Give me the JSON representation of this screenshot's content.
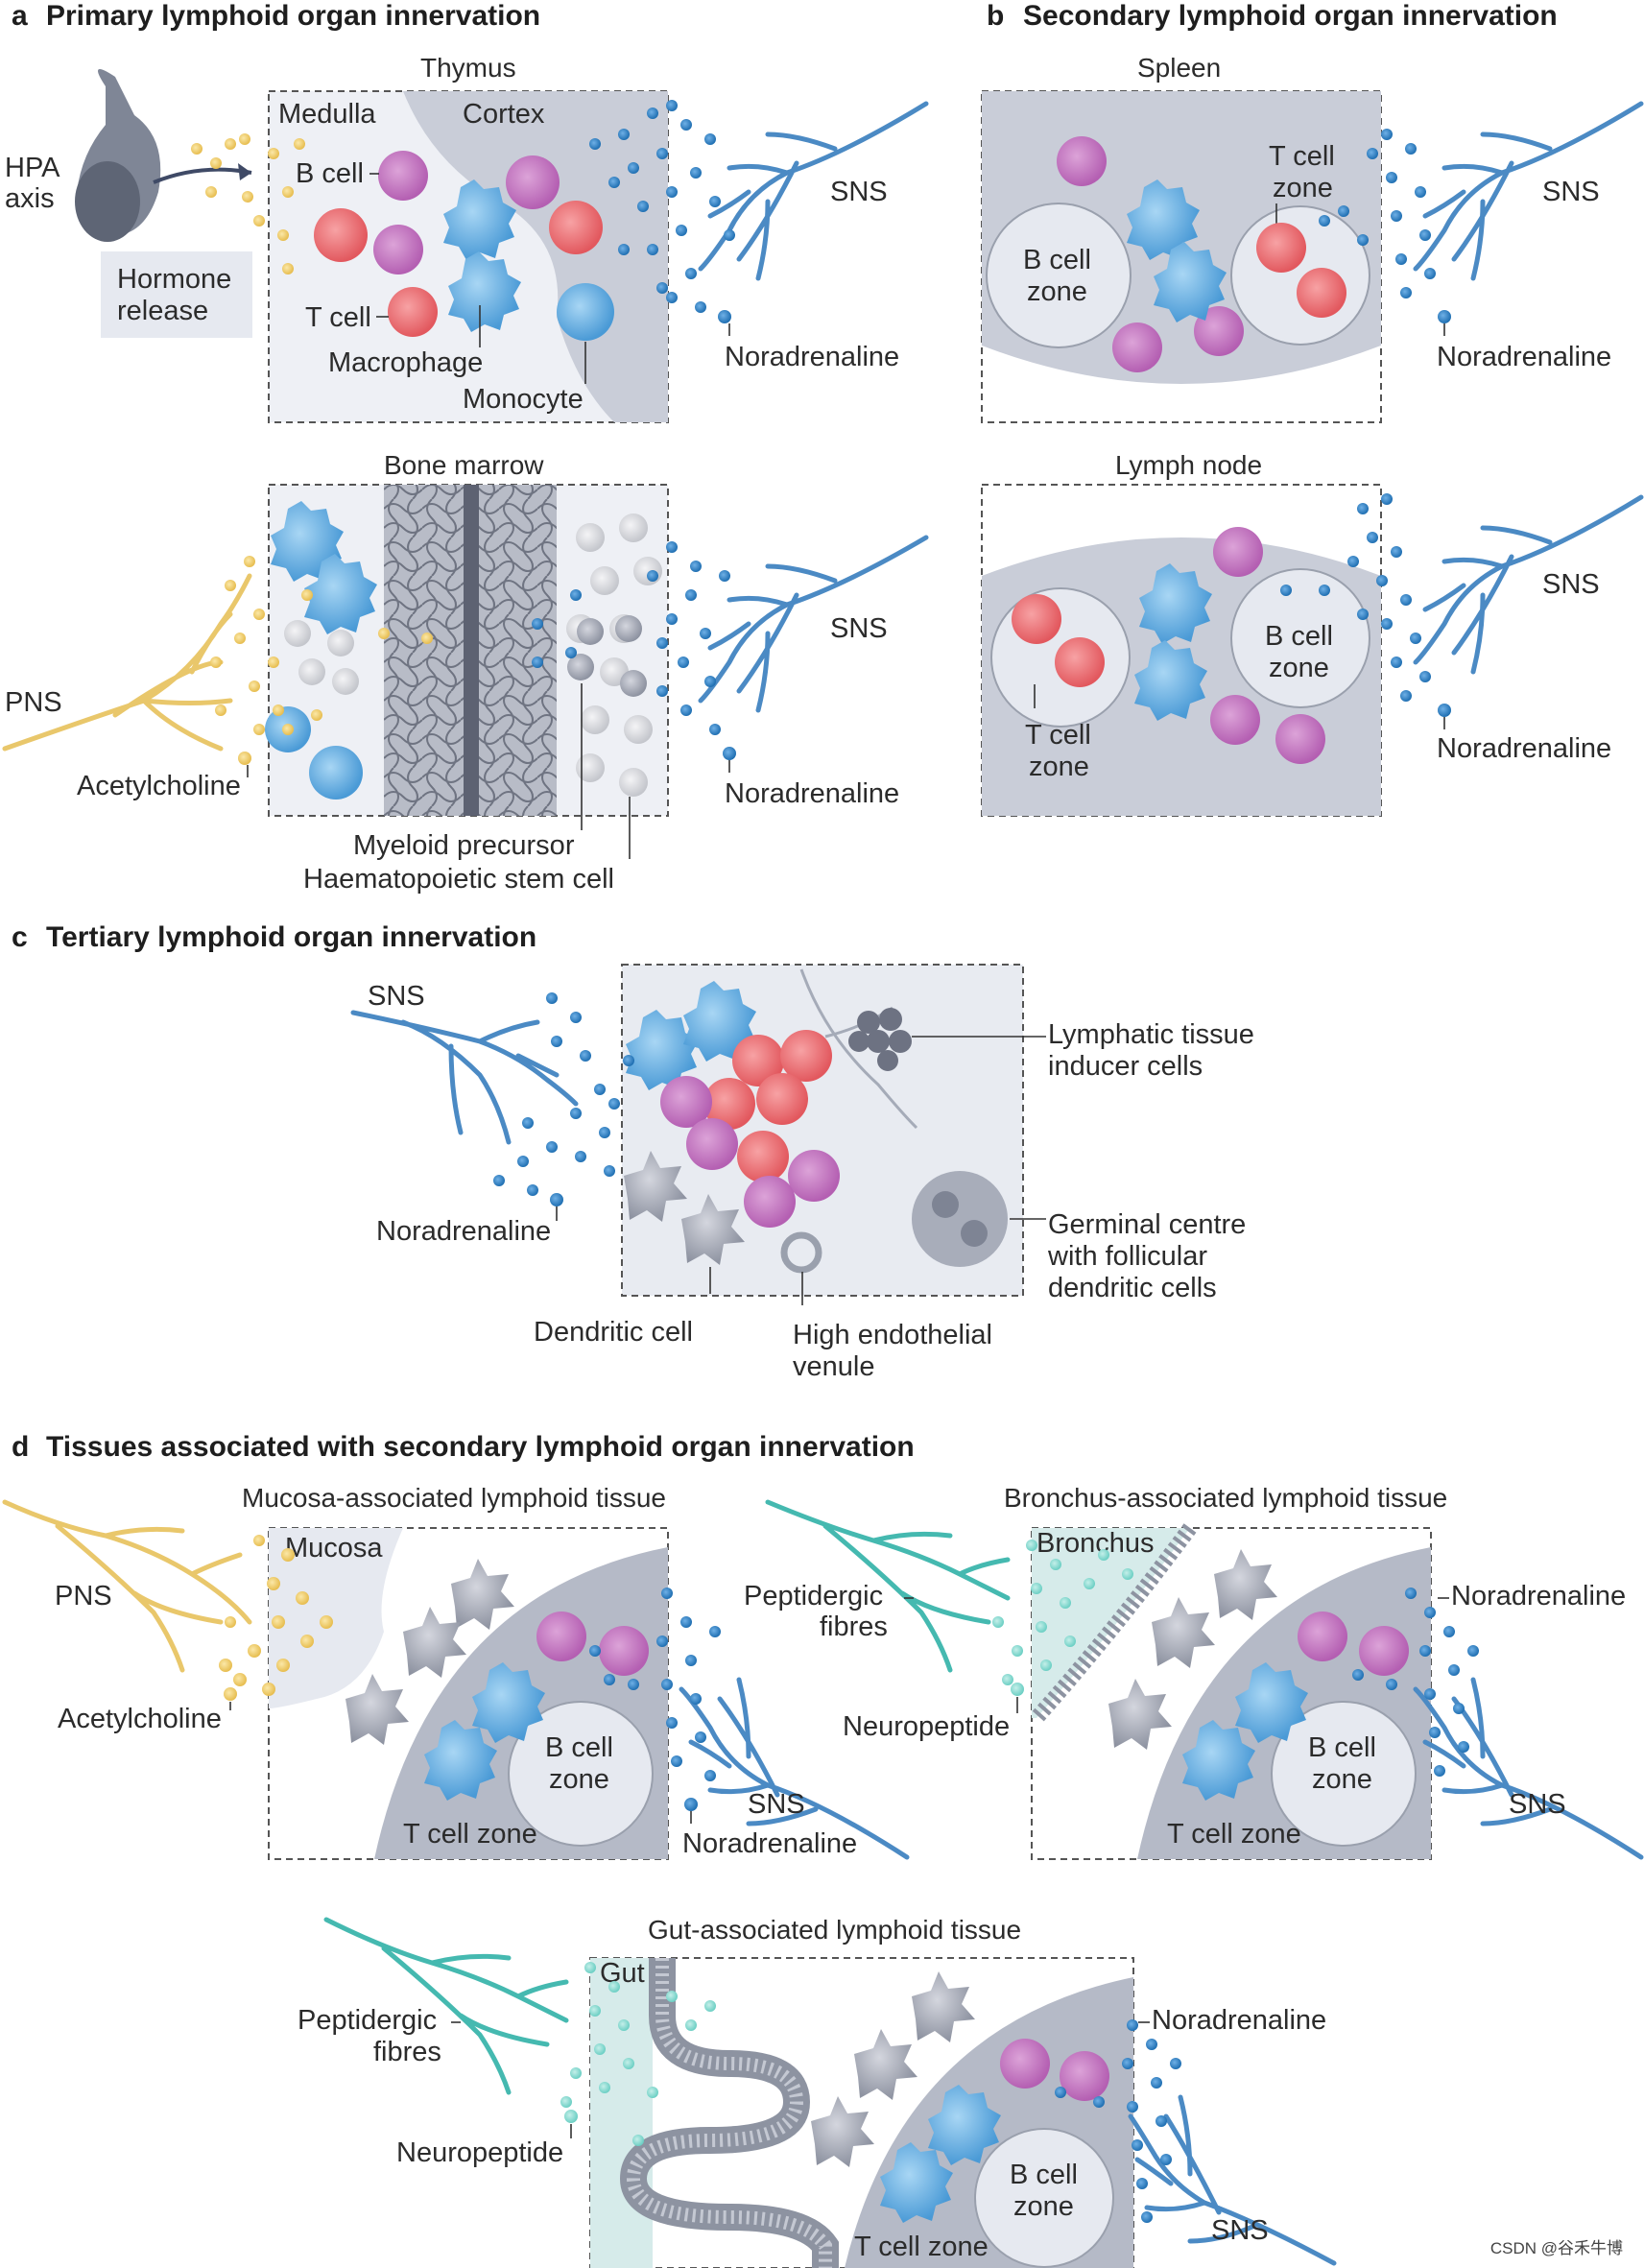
{
  "panels": {
    "a": {
      "letter": "a",
      "title": "Primary lymphoid organ innervation",
      "thymus": {
        "title": "Thymus",
        "medulla": "Medulla",
        "cortex": "Cortex",
        "hpa_line1": "HPA",
        "hpa_line2": "axis",
        "hormone_line1": "Hormone",
        "hormone_line2": "release",
        "b_cell": "B cell",
        "t_cell": "T cell",
        "macrophage": "Macrophage",
        "monocyte": "Monocyte",
        "sns": "SNS",
        "noradrenaline": "Noradrenaline"
      },
      "bone_marrow": {
        "title": "Bone marrow",
        "pns": "PNS",
        "acetylcholine": "Acetylcholine",
        "sns": "SNS",
        "noradrenaline": "Noradrenaline",
        "myeloid": "Myeloid precursor",
        "hsc": "Haematopoietic stem cell"
      }
    },
    "b": {
      "letter": "b",
      "title": "Secondary lymphoid organ innervation",
      "spleen": {
        "title": "Spleen",
        "b_zone_line1": "B cell",
        "b_zone_line2": "zone",
        "t_zone_line1": "T cell",
        "t_zone_line2": "zone",
        "sns": "SNS",
        "noradrenaline": "Noradrenaline"
      },
      "lymph_node": {
        "title": "Lymph node",
        "t_zone_line1": "T cell",
        "t_zone_line2": "zone",
        "b_zone_line1": "B cell",
        "b_zone_line2": "zone",
        "sns": "SNS",
        "noradrenaline": "Noradrenaline"
      }
    },
    "c": {
      "letter": "c",
      "title": "Tertiary lymphoid organ innervation",
      "sns": "SNS",
      "noradrenaline": "Noradrenaline",
      "ltic_line1": "Lymphatic tissue",
      "ltic_line2": "inducer cells",
      "gc_line1": "Germinal centre",
      "gc_line2": "with follicular",
      "gc_line3": "dendritic cells",
      "dendritic": "Dendritic cell",
      "hev_line1": "High endothelial",
      "hev_line2": "venule"
    },
    "d": {
      "letter": "d",
      "title": "Tissues associated with secondary lymphoid organ innervation",
      "malt": {
        "title": "Mucosa-associated lymphoid tissue",
        "mucosa": "Mucosa",
        "pns": "PNS",
        "acetylcholine": "Acetylcholine",
        "b_zone_line1": "B cell",
        "b_zone_line2": "zone",
        "t_zone": "T cell zone",
        "sns": "SNS",
        "noradrenaline": "Noradrenaline"
      },
      "balt": {
        "title": "Bronchus-associated lymphoid tissue",
        "bronchus": "Bronchus",
        "pep_line1": "Peptidergic",
        "pep_line2": "fibres",
        "neuropeptide": "Neuropeptide",
        "noradrenaline": "Noradrenaline",
        "b_zone_line1": "B cell",
        "b_zone_line2": "zone",
        "t_zone": "T cell zone",
        "sns": "SNS"
      },
      "galt": {
        "title": "Gut-associated lymphoid tissue",
        "gut": "Gut",
        "pep_line1": "Peptidergic",
        "pep_line2": "fibres",
        "neuropeptide": "Neuropeptide",
        "noradrenaline": "Noradrenaline",
        "b_zone_line1": "B cell",
        "b_zone_line2": "zone",
        "t_zone": "T cell zone",
        "sns": "SNS"
      }
    }
  },
  "watermark": "CSDN @谷禾牛博",
  "colors": {
    "sns_nerve": "#4b8ac4",
    "pns_nerve": "#e9c76b",
    "peptidergic_nerve": "#45b9b0",
    "t_cell": "#e2585e",
    "b_cell": "#b45fb2",
    "macrophage": "#57a7dd",
    "tissue": "#c3c8d4"
  }
}
